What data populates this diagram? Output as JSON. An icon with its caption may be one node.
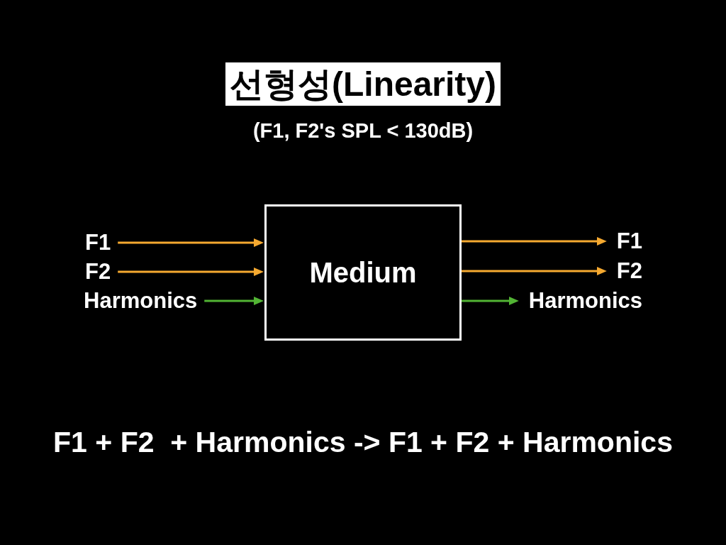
{
  "diagram": {
    "title": "선형성(Linearity)",
    "nodes": [
      {
        "text": [
          "F1"
        ]
      },
      {
        "text": [
          "F2"
        ]
      },
      {
        "text": [
          "Harmonics"
        ]
      },
      {
        "text": [
          "Medium"
        ]
      },
      {
        "text": [
          "F1"
        ]
      },
      {
        "text": [
          "F2"
        ]
      },
      {
        "text": [
          "Harmonics"
        ]
      }
    ],
    "edges": [
      {
        "from": 0,
        "to": 3,
        "arrow": "to"
      },
      {
        "from": 1,
        "to": 3,
        "arrow": "to"
      },
      {
        "from": 2,
        "to": 3,
        "arrow": "to",
        "color": "#52b434"
      },
      {
        "from": 3,
        "to": 4,
        "arrow": "to"
      },
      {
        "from": 3,
        "to": 5,
        "arrow": "to"
      },
      {
        "from": 3,
        "to": 6,
        "arrow": "to",
        "color": "#52b434"
      }
    ],
    "labels": [
      "(F1, F2's SPL < 130dB)",
      "F1 + F2  + Harmonics -> F1 + F2 + Harmonics"
    ]
  }
}
